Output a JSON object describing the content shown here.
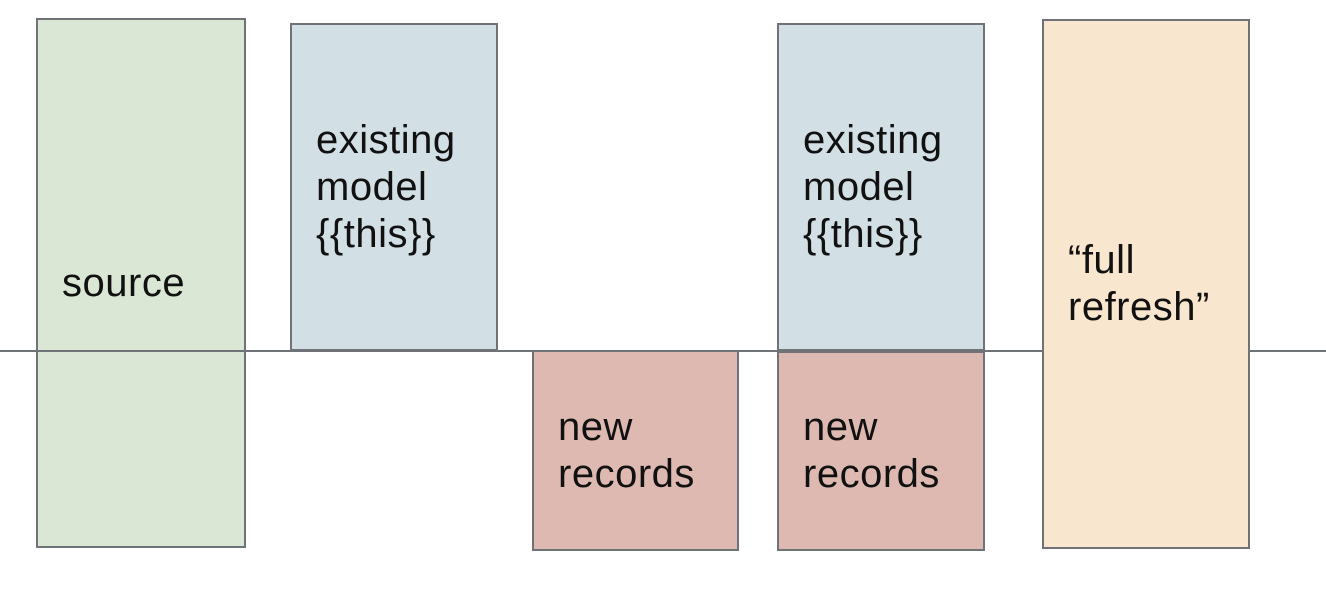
{
  "diagram": {
    "description": "incremental model materialization diagram",
    "background_color": "#ffffff",
    "border_color": "#6f7377",
    "text_color": "#111111",
    "midline": {
      "color": "#6f7377"
    },
    "boxes": [
      {
        "id": "source",
        "label": "source",
        "fill": "#dbe7d5"
      },
      {
        "id": "existing-model-1",
        "label": "existing\nmodel\n{{this}}",
        "fill": "#d2dfe4"
      },
      {
        "id": "new-records-1",
        "label": "new\nrecords",
        "fill": "#deb9b1"
      },
      {
        "id": "existing-model-2",
        "label": "existing\nmodel\n{{this}}",
        "fill": "#d2dfe4"
      },
      {
        "id": "new-records-2",
        "label": "new\nrecords",
        "fill": "#deb9b1"
      },
      {
        "id": "full-refresh",
        "label": "“full\nrefresh”",
        "fill": "#f9e6cf"
      }
    ]
  }
}
